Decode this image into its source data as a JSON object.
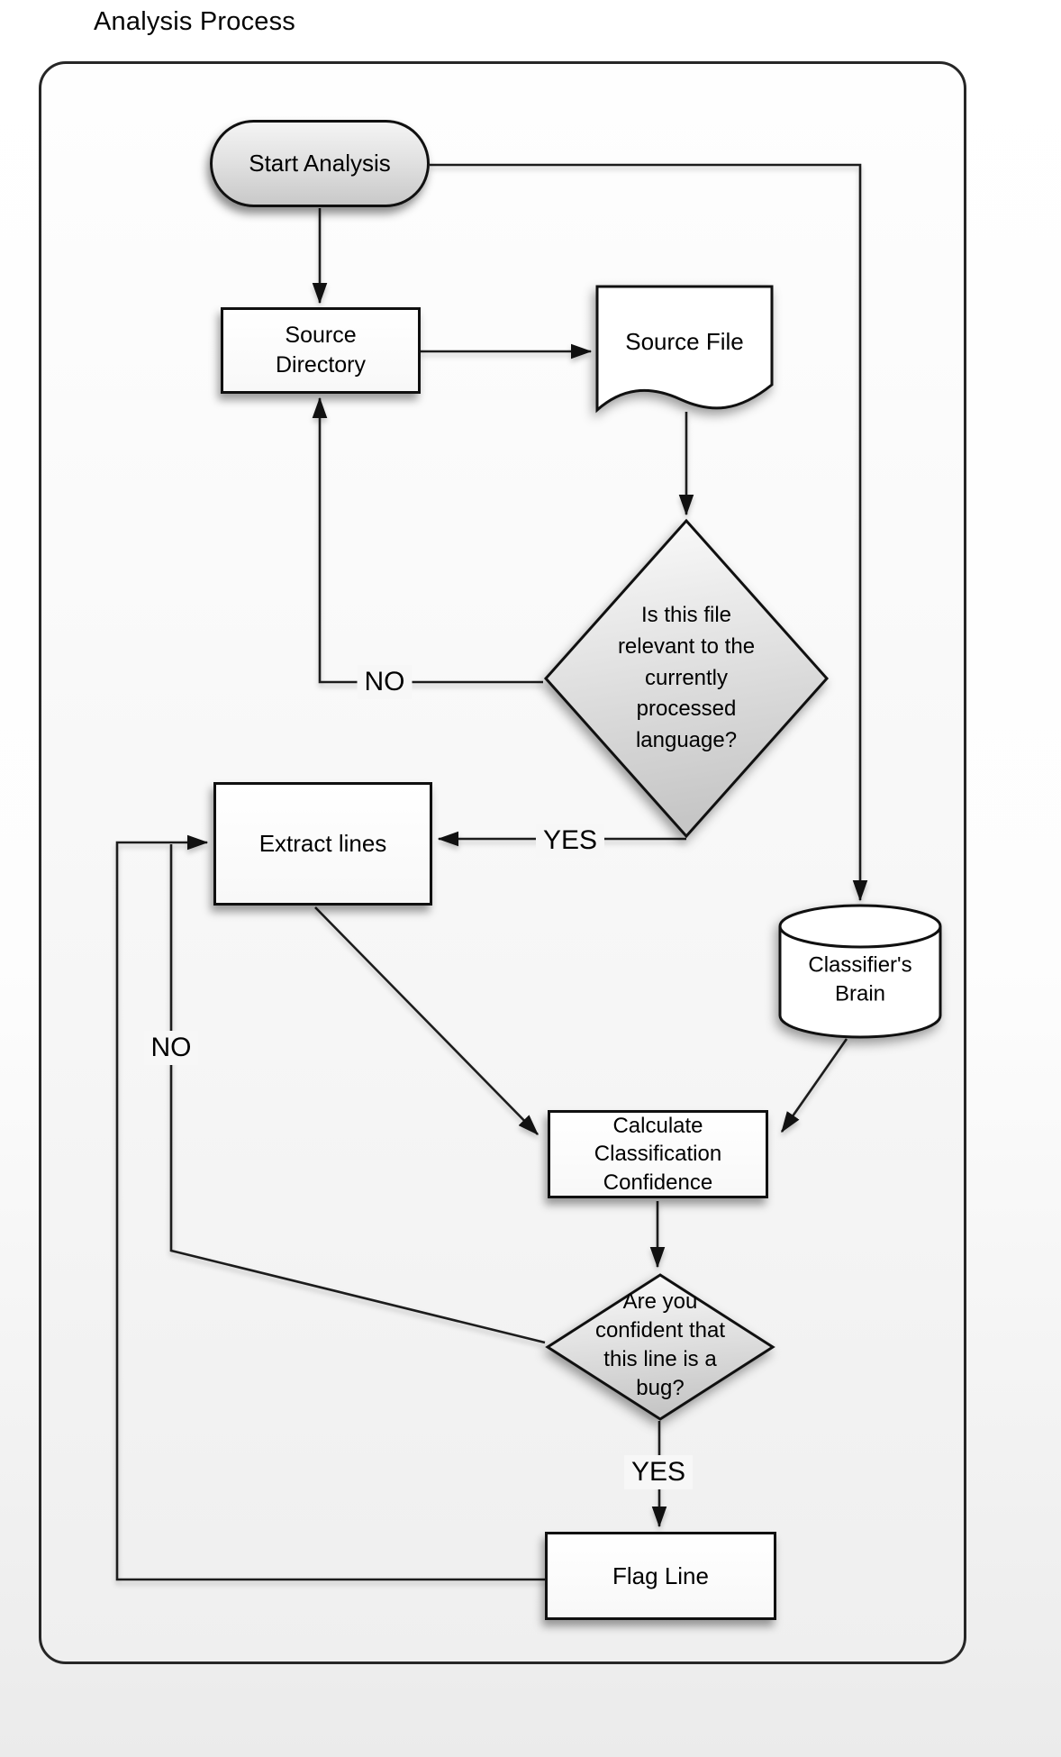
{
  "title": "Analysis Process",
  "nodes": {
    "start": {
      "label": "Start Analysis",
      "shape": "rounded"
    },
    "source_directory": {
      "label": "Source Directory",
      "shape": "rectangle"
    },
    "source_file": {
      "label": "Source File",
      "shape": "document"
    },
    "relevance_decision": {
      "label": "Is this file relevant to the currently processed language?",
      "shape": "diamond"
    },
    "extract_lines": {
      "label": "Extract lines",
      "shape": "rectangle"
    },
    "classifiers_brain": {
      "label": "Classifier's Brain",
      "shape": "cylinder"
    },
    "calculate_confidence": {
      "label": "Calculate Classification Confidence",
      "shape": "rectangle"
    },
    "bug_decision": {
      "label": "Are you confident that this line is a bug?",
      "shape": "diamond"
    },
    "flag_line": {
      "label": "Flag Line",
      "shape": "rectangle"
    }
  },
  "edge_labels": {
    "relevance_no": "NO",
    "relevance_yes": "YES",
    "bug_no": "NO",
    "bug_yes": "YES"
  },
  "colors": {
    "outline": "#101010",
    "connector": "#1c1c1c",
    "shape_fill": "#ffffff",
    "decision_gradient_light": "#fbfbfb",
    "decision_gradient_dark": "#c6c6c6",
    "frame_fill": "#f7f7f7",
    "text": "#000000"
  }
}
